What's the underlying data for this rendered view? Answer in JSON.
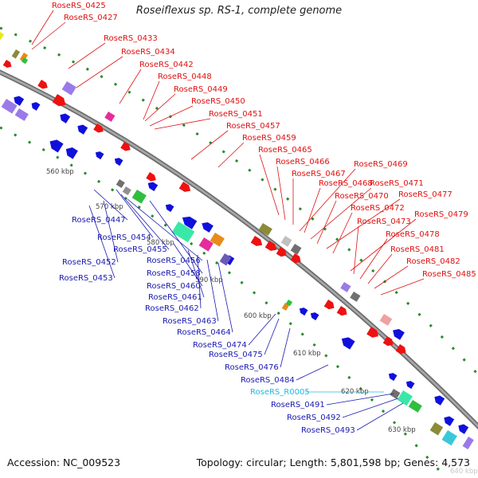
{
  "title": "Roseiflexus sp. RS-1, complete genome",
  "footer": {
    "accession": "Accession: NC_009523",
    "summary": "Topology: circular; Length: 5,801,598 bp; Genes: 4,573"
  },
  "colors": {
    "backbone": "#8a8a8a",
    "forward_label": "#e01010",
    "reverse_label": "#1a1ab0",
    "rna_label": "#22b8e0",
    "tick": "#2a8a2a",
    "forward_gene": "#ee1111",
    "reverse_gene": "#1010dd"
  },
  "scale_labels": [
    "560 kbp",
    "570 kbp",
    "580 kbp",
    "590 kbp",
    "600 kbp",
    "610 kbp",
    "620 kbp",
    "630 kbp",
    "640 kbp"
  ],
  "labels_forward": [
    "RoseRS_0425",
    "RoseRS_0427",
    "RoseRS_0433",
    "RoseRS_0434",
    "RoseRS_0442",
    "RoseRS_0448",
    "RoseRS_0449",
    "RoseRS_0450",
    "RoseRS_0451",
    "RoseRS_0457",
    "RoseRS_0459",
    "RoseRS_0465",
    "RoseRS_0466",
    "RoseRS_0467",
    "RoseRS_0469",
    "RoseRS_0468",
    "RoseRS_0471",
    "RoseRS_0470",
    "RoseRS_0477",
    "RoseRS_0472",
    "RoseRS_0479",
    "RoseRS_0473",
    "RoseRS_0478",
    "RoseRS_0481",
    "RoseRS_0482",
    "RoseRS_0485"
  ],
  "labels_reverse": [
    "RoseRS_0447",
    "RoseRS_0454",
    "RoseRS_0455",
    "RoseRS_0452",
    "RoseRS_0456",
    "RoseRS_0453",
    "RoseRS_0458",
    "RoseRS_0460",
    "RoseRS_0461",
    "RoseRS_0462",
    "RoseRS_0463",
    "RoseRS_0464",
    "RoseRS_0474",
    "RoseRS_0475",
    "RoseRS_0476",
    "RoseRS_0484",
    "RoseRS_R0005",
    "RoseRS_0491",
    "RoseRS_0492",
    "RoseRS_0493"
  ]
}
